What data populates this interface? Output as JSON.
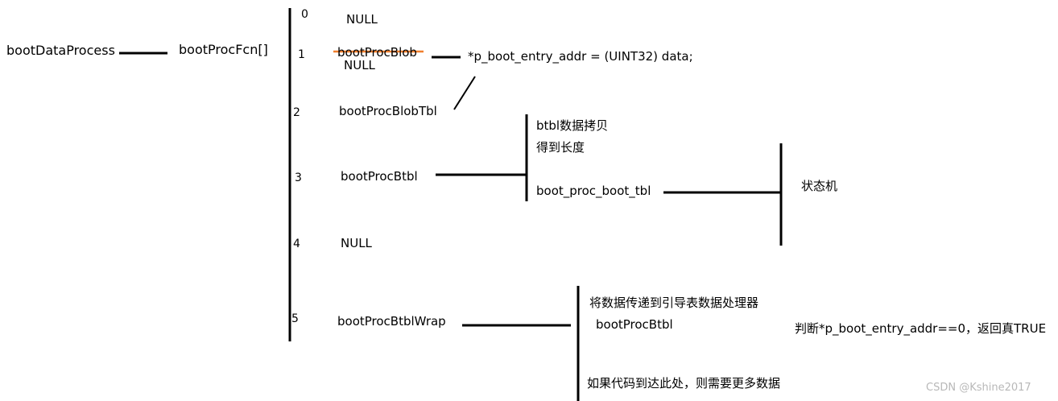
{
  "root": {
    "label": "bootDataProcess"
  },
  "table": {
    "label": "bootProcFcn[]"
  },
  "slots": [
    {
      "index": "0",
      "label": "NULL"
    },
    {
      "index": "1",
      "label": "bootProcBlob",
      "replacement": "NULL",
      "strikethrough": true
    },
    {
      "index": "2",
      "label": "bootProcBlobTbl"
    },
    {
      "index": "3",
      "label": "bootProcBtbl"
    },
    {
      "index": "4",
      "label": "NULL"
    },
    {
      "index": "5",
      "label": "bootProcBtblWrap"
    }
  ],
  "blob_note": "*p_boot_entry_addr = (UINT32) data;",
  "btbl_branch": {
    "line1": "btbl数据拷贝",
    "line2": "得到长度",
    "call": "boot_proc_boot_tbl",
    "result": "状态机"
  },
  "wrap_branch": {
    "line1": "将数据传递到引导表数据处理器",
    "call": "bootProcBtbl",
    "note": "判断*p_boot_entry_addr==0，返回真TRUE",
    "line3": "如果代码到达此处，则需要更多数据"
  },
  "watermark": "CSDN @Kshine2017",
  "colors": {
    "line": "#000000",
    "strike": "#f07f2e",
    "watermark": "#b8b8b8"
  }
}
